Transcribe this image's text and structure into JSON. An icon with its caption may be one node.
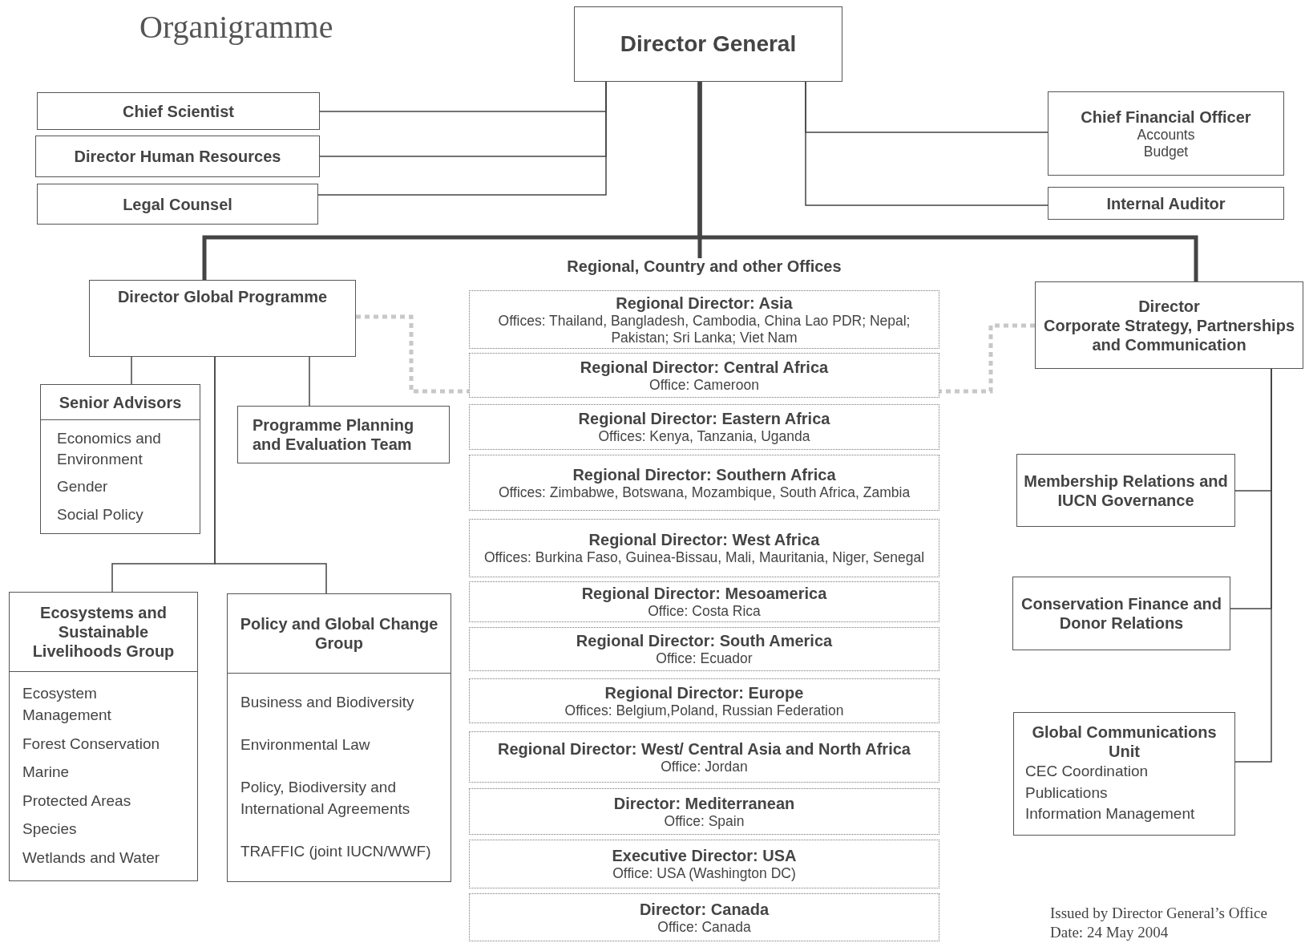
{
  "diagram": {
    "title": "Organigramme",
    "nodes": [
      {
        "text": [
          "Director General"
        ]
      },
      {
        "text": [
          "Chief Scientist"
        ]
      },
      {
        "text": [
          "Director Human Resources"
        ]
      },
      {
        "text": [
          "Legal Counsel"
        ]
      },
      {
        "text": [
          "Chief Financial Officer",
          "Accounts",
          "Budget"
        ]
      },
      {
        "text": [
          "Internal Auditor"
        ]
      },
      {
        "text": [
          "Director Global Programme"
        ]
      },
      {
        "text": [
          "Regional, Country and other Offices"
        ]
      },
      {
        "text": [
          "Regional Director: Asia",
          "Offices: Thailand, Bangladesh, Cambodia, China Lao PDR; Nepal; Pakistan; Sri Lanka; Viet Nam"
        ],
        "in": 7
      },
      {
        "text": [
          "Regional Director: Central Africa",
          "Office: Cameroon"
        ],
        "in": 7
      },
      {
        "text": [
          "Regional Director: Eastern Africa",
          "Offices: Kenya, Tanzania, Uganda"
        ],
        "in": 7
      },
      {
        "text": [
          "Regional Director: Southern Africa",
          "Offices: Zimbabwe, Botswana, Mozambique, South Africa, Zambia"
        ],
        "in": 7
      },
      {
        "text": [
          "Regional Director: West Africa",
          "Offices: Burkina Faso, Guinea-Bissau, Mali, Mauritania, Niger, Senegal"
        ],
        "in": 7
      },
      {
        "text": [
          "Regional Director: Mesoamerica",
          "Office: Costa Rica"
        ],
        "in": 7
      },
      {
        "text": [
          "Regional Director: South America",
          "Office: Ecuador"
        ],
        "in": 7
      },
      {
        "text": [
          "Regional Director: Europe",
          "Offices: Belgium,Poland, Russian Federation"
        ],
        "in": 7
      },
      {
        "text": [
          "Regional Director: West/ Central Asia and North Africa",
          "Office: Jordan"
        ],
        "in": 7
      },
      {
        "text": [
          "Director: Mediterranean",
          "Office: Spain"
        ],
        "in": 7
      },
      {
        "text": [
          "Executive Director: USA",
          "Office: USA (Washington DC)"
        ],
        "in": 7
      },
      {
        "text": [
          "Director: Canada",
          "Office: Canada"
        ],
        "in": 7
      },
      {
        "text": [
          "Director",
          "Corporate Strategy, Partnerships and Communication"
        ]
      },
      {
        "text": [
          "Senior Advisors",
          "Economics and Environment",
          "Gender",
          "Social Policy"
        ]
      },
      {
        "text": [
          "Programme Planning and Evaluation Team"
        ]
      },
      {
        "text": [
          "Ecosystems and Sustainable Livelihoods Group",
          "Ecosystem Management",
          "Forest Conservation",
          "Marine",
          "Protected Areas",
          "Species",
          "Wetlands and Water"
        ]
      },
      {
        "text": [
          "Policy and Global Change Group",
          "Business and Biodiversity",
          "Environmental Law",
          "Policy, Biodiversity and International Agreements",
          "TRAFFIC (joint IUCN/WWF)"
        ]
      },
      {
        "text": [
          "Membership Relations and IUCN Governance"
        ]
      },
      {
        "text": [
          "Conservation Finance and Donor Relations"
        ]
      },
      {
        "text": [
          "Global Communications Unit",
          "CEC Coordination",
          "Publications",
          "Information Management"
        ]
      }
    ],
    "edges": [
      {
        "from": 0,
        "to": 1,
        "arrow": "none"
      },
      {
        "from": 0,
        "to": 2,
        "arrow": "none"
      },
      {
        "from": 0,
        "to": 3,
        "arrow": "none"
      },
      {
        "from": 0,
        "to": 4,
        "arrow": "none"
      },
      {
        "from": 0,
        "to": 5,
        "arrow": "none"
      },
      {
        "from": 0,
        "to": 6,
        "arrow": "none",
        "style": "thick"
      },
      {
        "from": 0,
        "to": 7,
        "arrow": "none",
        "style": "thick"
      },
      {
        "from": 0,
        "to": 20,
        "arrow": "none",
        "style": "thick"
      },
      {
        "from": 6,
        "to": 21,
        "arrow": "none"
      },
      {
        "from": 6,
        "to": 22,
        "arrow": "none"
      },
      {
        "from": 6,
        "to": 23,
        "arrow": "none"
      },
      {
        "from": 6,
        "to": 24,
        "arrow": "none"
      },
      {
        "from": 6,
        "to": 9,
        "arrow": "none",
        "style": "dashed",
        "color": "#c8c8c8"
      },
      {
        "from": 20,
        "to": 9,
        "arrow": "none",
        "style": "dashed",
        "color": "#c8c8c8"
      },
      {
        "from": 20,
        "to": 25,
        "arrow": "none"
      },
      {
        "from": 20,
        "to": 26,
        "arrow": "none"
      },
      {
        "from": 20,
        "to": 27,
        "arrow": "none"
      }
    ],
    "labels": [
      "Issued by Director General’s Office",
      "Date: 24 May 2004"
    ]
  }
}
